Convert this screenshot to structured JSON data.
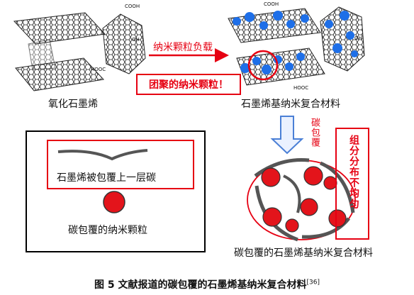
{
  "labels": {
    "graphene_oxide": "氧化石墨烯",
    "loading_step": "纳米颗粒负载",
    "aggregated": "团聚的纳米颗粒！",
    "composite": "石墨烯基纳米复合材料",
    "carbon_coating": "碳包覆",
    "uneven": "组分分布不均匀",
    "coated_layer": "石墨烯被包覆上一层碳",
    "coated_particle": "碳包覆的纳米颗粒",
    "coated_composite": "碳包覆的石墨烯基纳米复合材料"
  },
  "chem": {
    "cooh": "COOH",
    "hooc": "HOOC",
    "oh": "OH"
  },
  "caption": {
    "text": "图 5 文献报道的碳包覆的石墨烯基纳米复合材料",
    "ref": "[36]"
  },
  "colors": {
    "accent_red": "#e60012",
    "particle_blue": "#1e6fe8",
    "particle_red": "#e3141b",
    "arrow_blue": "#4a7fd6"
  }
}
